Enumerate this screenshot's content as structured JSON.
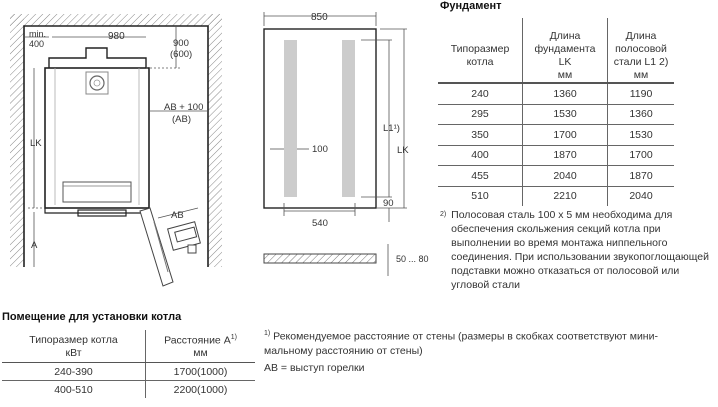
{
  "drawings": {
    "boiler_room": {
      "dim_min": "min.",
      "dim_400": "400",
      "dim_980": "980",
      "dim_900": "900",
      "dim_600": "(600)",
      "dim_ab100": "AB + 100",
      "dim_ab_paren": "(AB)",
      "dim_lk": "LK",
      "dim_a": "A",
      "dim_ab": "AB"
    },
    "foundation": {
      "dim_850": "850",
      "dim_100": "100",
      "dim_540": "540",
      "dim_90": "90",
      "dim_l1": "L1¹)",
      "dim_lk": "LK",
      "dim_thickness": "50 ... 80"
    }
  },
  "foundation_section": {
    "title": "Фундамент",
    "headers": {
      "col1": [
        "Типоразмер",
        "котла"
      ],
      "col2": [
        "Длина",
        "фундамента",
        "LK",
        "мм"
      ],
      "col3": [
        "Длина",
        "полосовой",
        "стали L1 2)",
        "мм"
      ]
    },
    "rows": [
      [
        "240",
        "1360",
        "1190"
      ],
      [
        "295",
        "1530",
        "1360"
      ],
      [
        "350",
        "1700",
        "1530"
      ],
      [
        "400",
        "1870",
        "1700"
      ],
      [
        "455",
        "2040",
        "1870"
      ],
      [
        "510",
        "2210",
        "2040"
      ]
    ],
    "footnote_mark": "2)",
    "footnote": "Полосовая сталь 100 x 5 мм необходима для обеспечения скольжения секций котла при выполнении во время монтажа ниппельного соединения. При использовании звукопоглощающей подставки можно отказаться от полосовой или угловой стали"
  },
  "room_section": {
    "title": "Помещение для установки котла",
    "headers": {
      "col1": [
        "Типоразмер котла",
        "кВт"
      ],
      "col2": [
        "Расстояние A",
        "мм"
      ],
      "col2_sup": "1)"
    },
    "rows": [
      [
        "240-390",
        "1700(1000)"
      ],
      [
        "400-510",
        "2200(1000)"
      ]
    ]
  },
  "notes": {
    "note1_mark": "1)",
    "note1_line1": "Рекомендуемое расстояние от стены (размеры в скобках соответствуют мини-",
    "note1_line2": "мальному расстоянию от стены)",
    "note_ab": "AB = выступ горелки"
  }
}
